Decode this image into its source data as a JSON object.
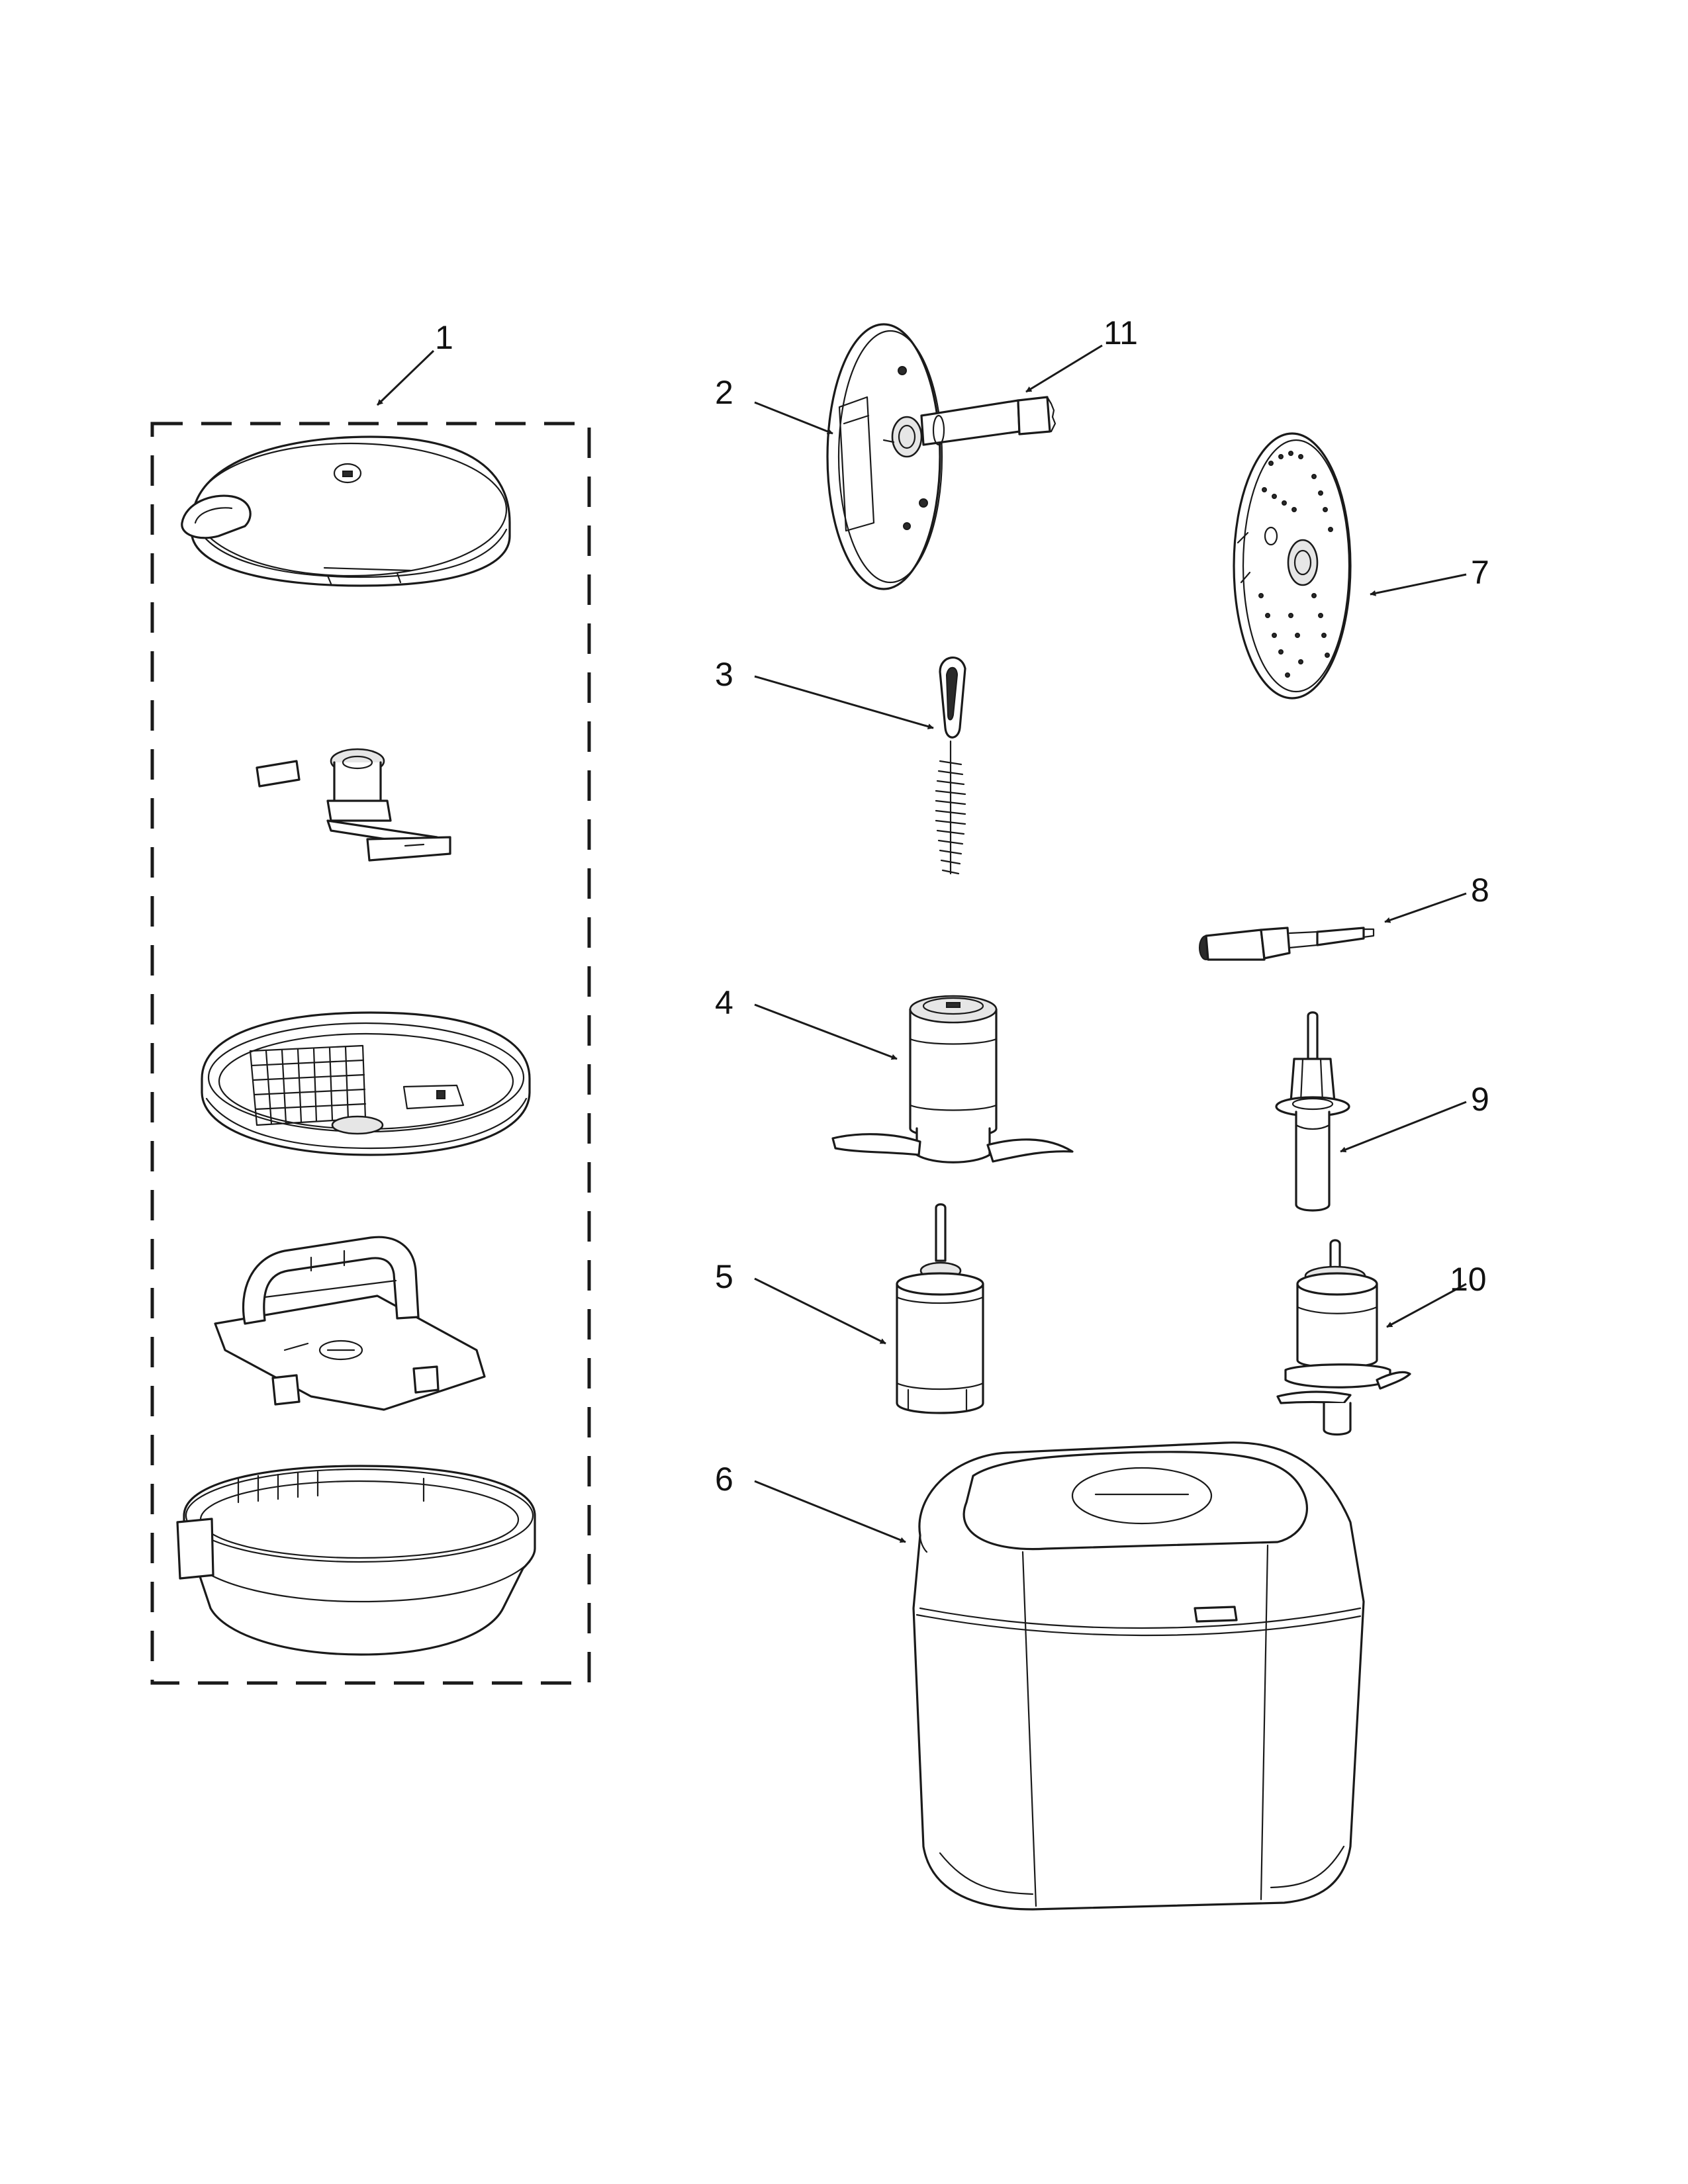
{
  "callouts": {
    "c1": "1",
    "c2": "2",
    "c3": "3",
    "c4": "4",
    "c5": "5",
    "c6": "6",
    "c7": "7",
    "c8": "8",
    "c9": "9",
    "c10": "10",
    "c11": "11"
  },
  "parts": {
    "p1": {
      "label": "1",
      "icon": "work-bowl-assembly-icon",
      "group_members": [
        "work-bowl-lid",
        "dicing-pusher",
        "dicing-grid",
        "grid-handle-cover",
        "work-bowl"
      ]
    },
    "p2": {
      "label": "2",
      "icon": "slicing-disc-icon"
    },
    "p3": {
      "label": "3",
      "icon": "cleaning-brush-icon"
    },
    "p4": {
      "label": "4",
      "icon": "mini-blade-icon"
    },
    "p5": {
      "label": "5",
      "icon": "drive-adapter-icon"
    },
    "p6": {
      "label": "6",
      "icon": "storage-case-icon"
    },
    "p7": {
      "label": "7",
      "icon": "shredding-disc-icon"
    },
    "p8": {
      "label": "8",
      "icon": "disc-stem-icon"
    },
    "p9": {
      "label": "9",
      "icon": "drive-adapter-stem-icon"
    },
    "p10": {
      "label": "10",
      "icon": "multipurpose-blade-icon"
    },
    "p11": {
      "label": "11",
      "icon": "disc-stem-icon"
    }
  },
  "colors": {
    "line": "#1a1a1a",
    "background": "#ffffff",
    "shade": "#e6e6e6"
  }
}
